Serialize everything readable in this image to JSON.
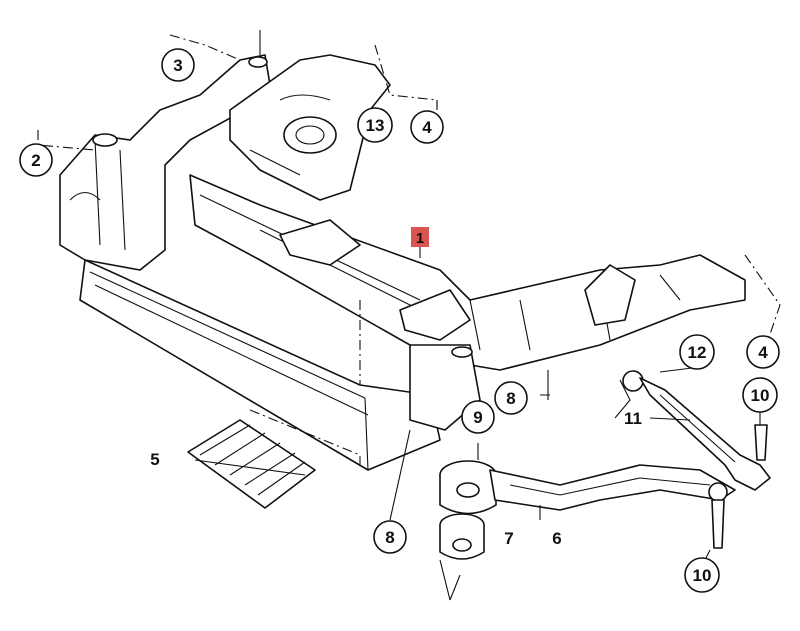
{
  "diagram": {
    "highlight_color": "#d9534f",
    "main_label": "1",
    "callouts": [
      {
        "id": "c2",
        "label": "2",
        "circled": true
      },
      {
        "id": "c3",
        "label": "3",
        "circled": true
      },
      {
        "id": "c13",
        "label": "13",
        "circled": true
      },
      {
        "id": "c4a",
        "label": "4",
        "circled": true
      },
      {
        "id": "c4b",
        "label": "4",
        "circled": true
      },
      {
        "id": "c5",
        "label": "5",
        "circled": false
      },
      {
        "id": "c12",
        "label": "12",
        "circled": true
      },
      {
        "id": "c8a",
        "label": "8",
        "circled": true
      },
      {
        "id": "c9",
        "label": "9",
        "circled": true
      },
      {
        "id": "c11",
        "label": "11",
        "circled": false
      },
      {
        "id": "c10a",
        "label": "10",
        "circled": true
      },
      {
        "id": "c10b",
        "label": "10",
        "circled": true
      },
      {
        "id": "c6",
        "label": "6",
        "circled": false
      },
      {
        "id": "c7",
        "label": "7",
        "circled": false
      },
      {
        "id": "c8b",
        "label": "8",
        "circled": true
      }
    ]
  }
}
